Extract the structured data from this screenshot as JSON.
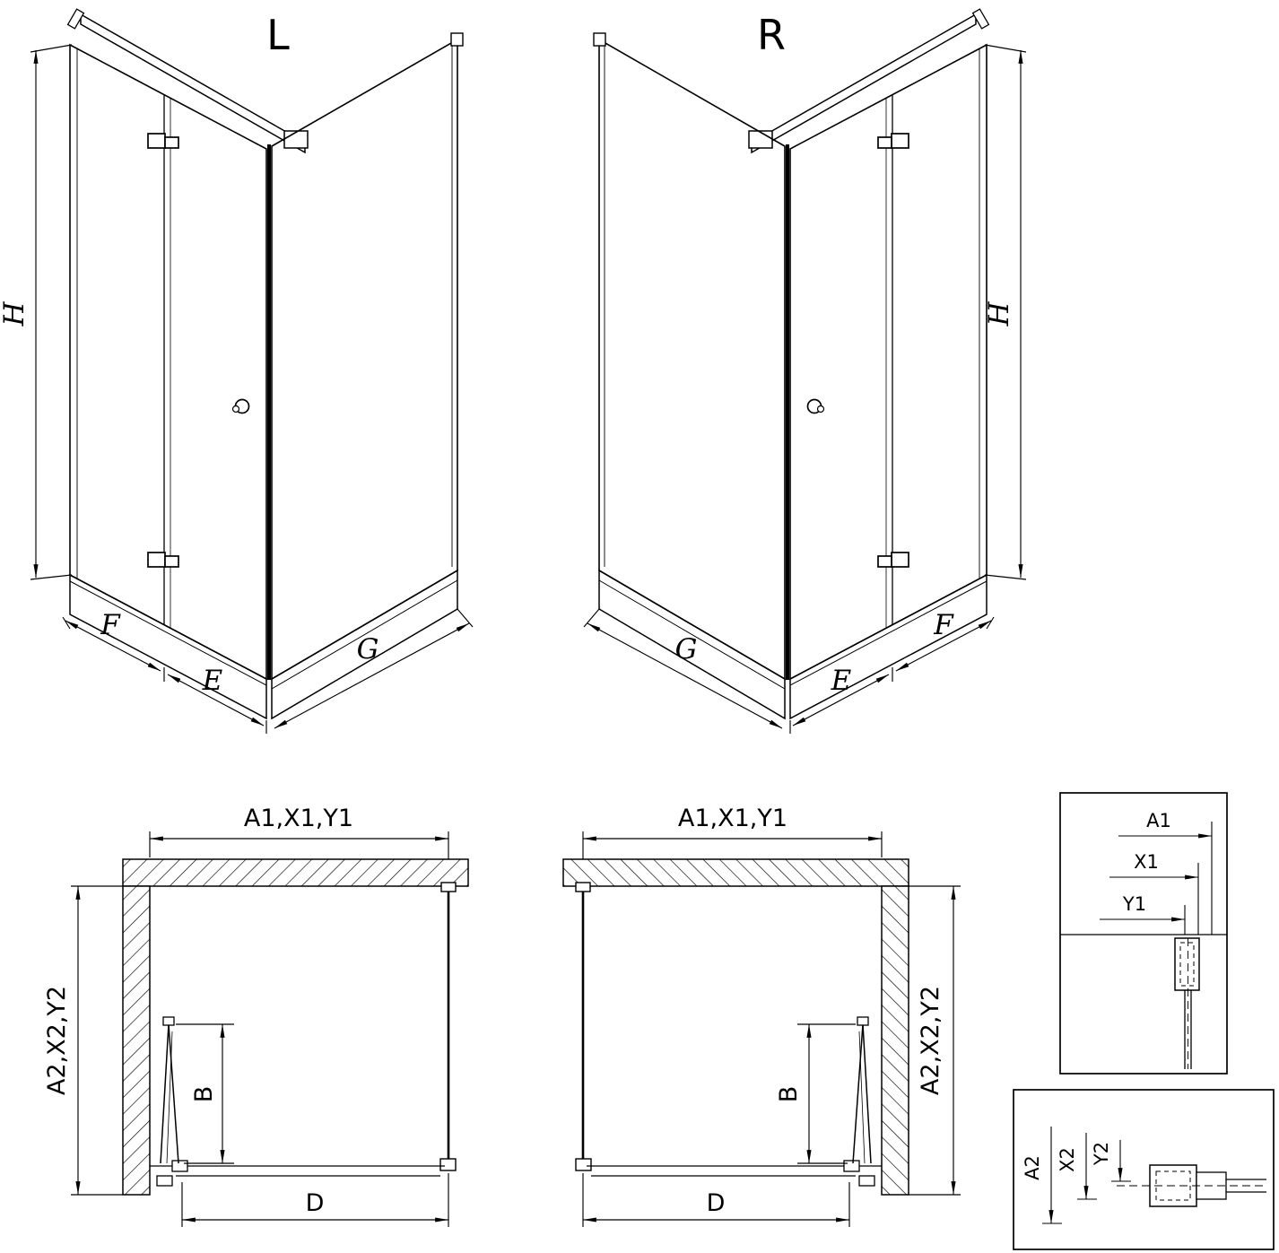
{
  "iso_left": {
    "title": "L",
    "dims": {
      "h": "H",
      "f": "F",
      "e": "E",
      "g": "G"
    }
  },
  "iso_right": {
    "title": "R",
    "dims": {
      "h": "H",
      "f": "F",
      "e": "E",
      "g": "G"
    }
  },
  "plan_left": {
    "dims": {
      "top": "A1,X1,Y1",
      "side": "A2,X2,Y2",
      "door_depth": "B",
      "width": "D"
    }
  },
  "plan_right": {
    "dims": {
      "top": "A1,X1,Y1",
      "side": "A2,X2,Y2",
      "door_depth": "B",
      "width": "D"
    }
  },
  "detail_profile_top": {
    "dims": {
      "a1": "A1",
      "x1": "X1",
      "y1": "Y1"
    }
  },
  "detail_profile_bottom": {
    "dims": {
      "a2": "A2",
      "x2": "X2",
      "y2": "Y2"
    }
  },
  "colors": {
    "line": "#000000",
    "background": "#ffffff"
  }
}
